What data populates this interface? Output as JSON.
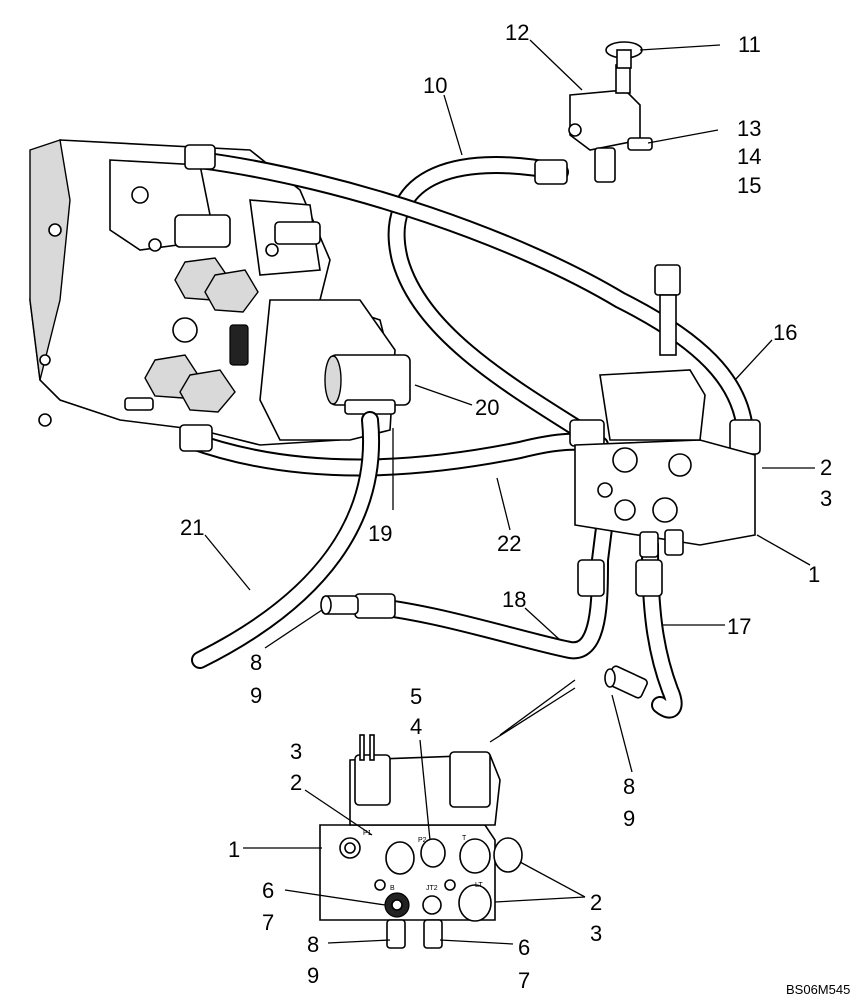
{
  "diagram": {
    "figure_code": "BS06M545",
    "callouts": [
      {
        "id": "c12",
        "text": "12"
      },
      {
        "id": "c11",
        "text": "11"
      },
      {
        "id": "c10",
        "text": "10"
      },
      {
        "id": "c13",
        "text": "13"
      },
      {
        "id": "c14",
        "text": "14"
      },
      {
        "id": "c15",
        "text": "15"
      },
      {
        "id": "c16",
        "text": "16"
      },
      {
        "id": "c20",
        "text": "20"
      },
      {
        "id": "c2a",
        "text": "2"
      },
      {
        "id": "c3a",
        "text": "3"
      },
      {
        "id": "c19",
        "text": "19"
      },
      {
        "id": "c22",
        "text": "22"
      },
      {
        "id": "c21",
        "text": "21"
      },
      {
        "id": "c1a",
        "text": "1"
      },
      {
        "id": "c18",
        "text": "18"
      },
      {
        "id": "c17",
        "text": "17"
      },
      {
        "id": "c8a",
        "text": "8"
      },
      {
        "id": "c9a",
        "text": "9"
      },
      {
        "id": "c5",
        "text": "5"
      },
      {
        "id": "c4",
        "text": "4"
      },
      {
        "id": "c3b",
        "text": "3"
      },
      {
        "id": "c2b",
        "text": "2"
      },
      {
        "id": "c8b",
        "text": "8"
      },
      {
        "id": "c9b",
        "text": "9"
      },
      {
        "id": "c1b",
        "text": "1"
      },
      {
        "id": "c6a",
        "text": "6"
      },
      {
        "id": "c7a",
        "text": "7"
      },
      {
        "id": "c2c",
        "text": "2"
      },
      {
        "id": "c3c",
        "text": "3"
      },
      {
        "id": "c8c",
        "text": "8"
      },
      {
        "id": "c9c",
        "text": "9"
      },
      {
        "id": "c6b",
        "text": "6"
      },
      {
        "id": "c7b",
        "text": "7"
      }
    ],
    "colors": {
      "line": "#000000",
      "background": "#ffffff",
      "shade": "#d9d9d9"
    }
  }
}
